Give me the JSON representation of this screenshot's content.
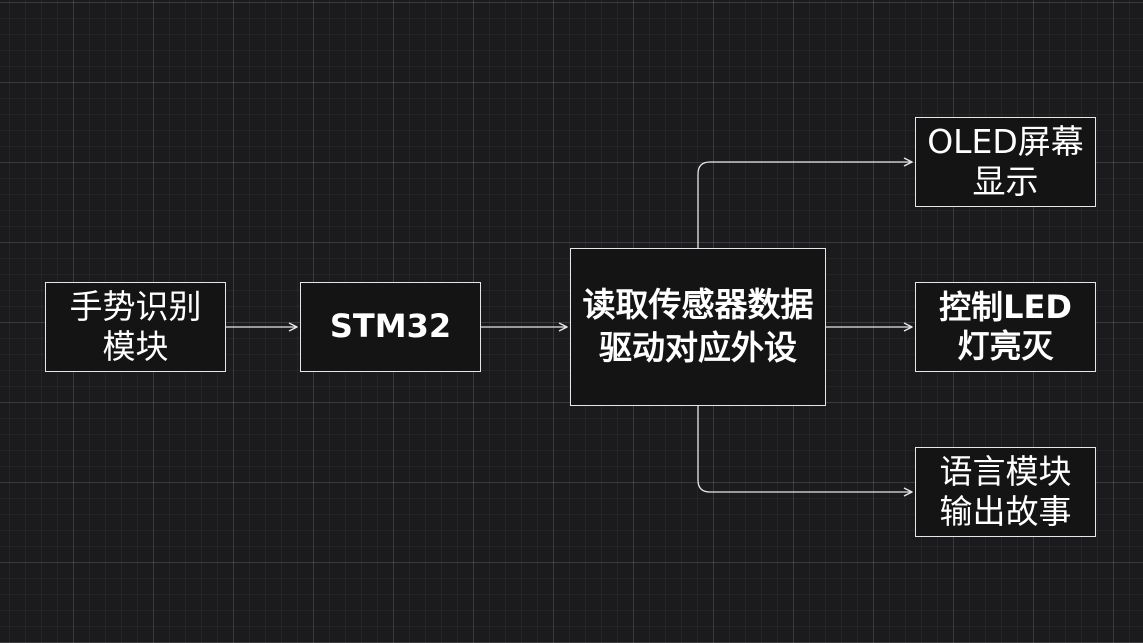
{
  "nodes": {
    "gesture": {
      "line1": "手势识别",
      "line2": "模块"
    },
    "stm32": {
      "label": "STM32"
    },
    "read": {
      "line1": "读取传感器数据",
      "line2": "驱动对应外设"
    },
    "oled": {
      "line1": "OLED屏幕",
      "line2": "显示"
    },
    "led": {
      "line1": "控制LED",
      "line2": "灯亮灭"
    },
    "voice": {
      "line1": "语言模块",
      "line2": "输出故事"
    }
  },
  "colors": {
    "background": "#1b1b1d",
    "stroke": "#e6e6e6",
    "text": "#ffffff"
  }
}
